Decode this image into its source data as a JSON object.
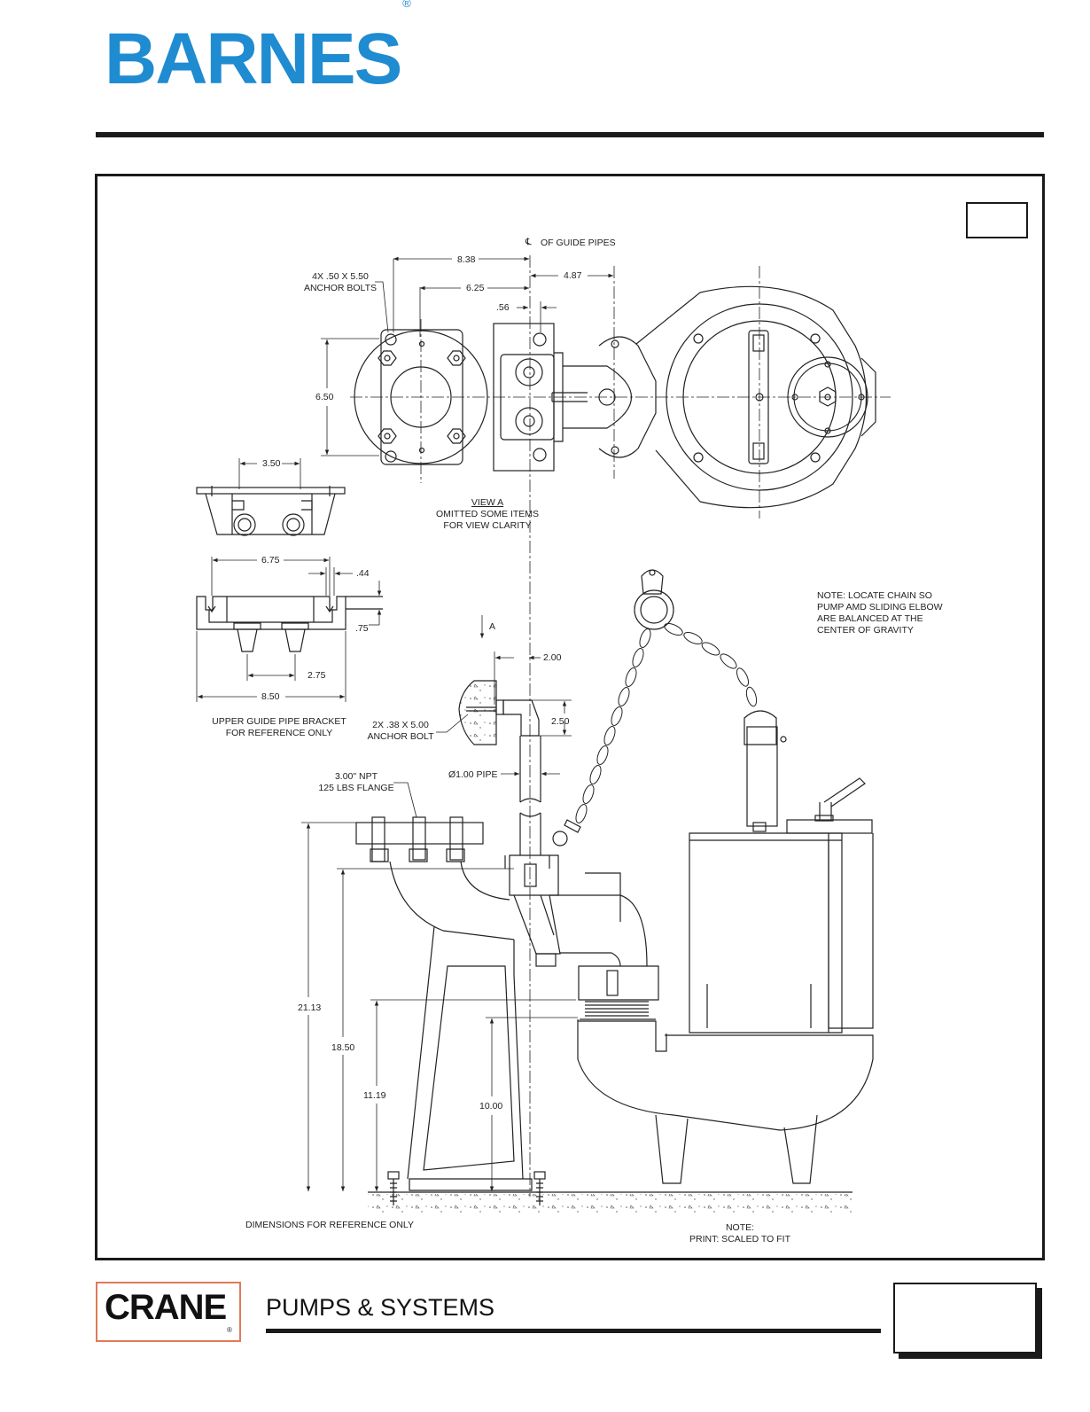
{
  "header": {
    "brand": "BARNES",
    "registered": "®"
  },
  "footer": {
    "crane_logo": "CRANE",
    "crane_registered": "®",
    "division": "PUMPS & SYSTEMS"
  },
  "drawing": {
    "top_view": {
      "centerline_label": "OF GUIDE PIPES",
      "centerline_symbol": "℄",
      "dim_8_38": "8.38",
      "dim_4_87": "4.87",
      "dim_6_25": "6.25",
      "dim_0_56": ".56",
      "dim_6_50": "6.50",
      "anchor_bolts_line1": "4X .50 X 5.50",
      "anchor_bolts_line2": "ANCHOR BOLTS",
      "view_title": "VIEW A",
      "view_note_line1": "OMITTED SOME ITEMS",
      "view_note_line2": "FOR VIEW CLARITY"
    },
    "bracket": {
      "dim_3_50": "3.50",
      "dim_6_75": "6.75",
      "dim_0_44": ".44",
      "dim_0_75": ".75",
      "dim_2_75": "2.75",
      "dim_8_50": "8.50",
      "caption_line1": "UPPER GUIDE PIPE BRACKET",
      "caption_line2": "FOR REFERENCE ONLY"
    },
    "elevation": {
      "view_arrow_label": "A",
      "dim_2_00": "2.00",
      "dim_2_50": "2.50",
      "anchor_bolt_line1": "2X .38 X 5.00",
      "anchor_bolt_line2": "ANCHOR BOLT",
      "pipe_label": "Ø1.00 PIPE",
      "flange_line1": "3.00\" NPT",
      "flange_line2": "125 LBS FLANGE",
      "dim_21_13": "21.13",
      "dim_18_50": "18.50",
      "dim_11_19": "11.19",
      "dim_10_00": "10.00",
      "chain_note_line1": "NOTE: LOCATE CHAIN SO",
      "chain_note_line2": "PUMP AMD SLIDING ELBOW",
      "chain_note_line3": "ARE BALANCED AT THE",
      "chain_note_line4": "CENTER OF GRAVITY",
      "dims_note": "DIMENSIONS FOR REFERENCE ONLY",
      "print_note_line1": "NOTE:",
      "print_note_line2": "PRINT: SCALED TO FIT"
    }
  }
}
